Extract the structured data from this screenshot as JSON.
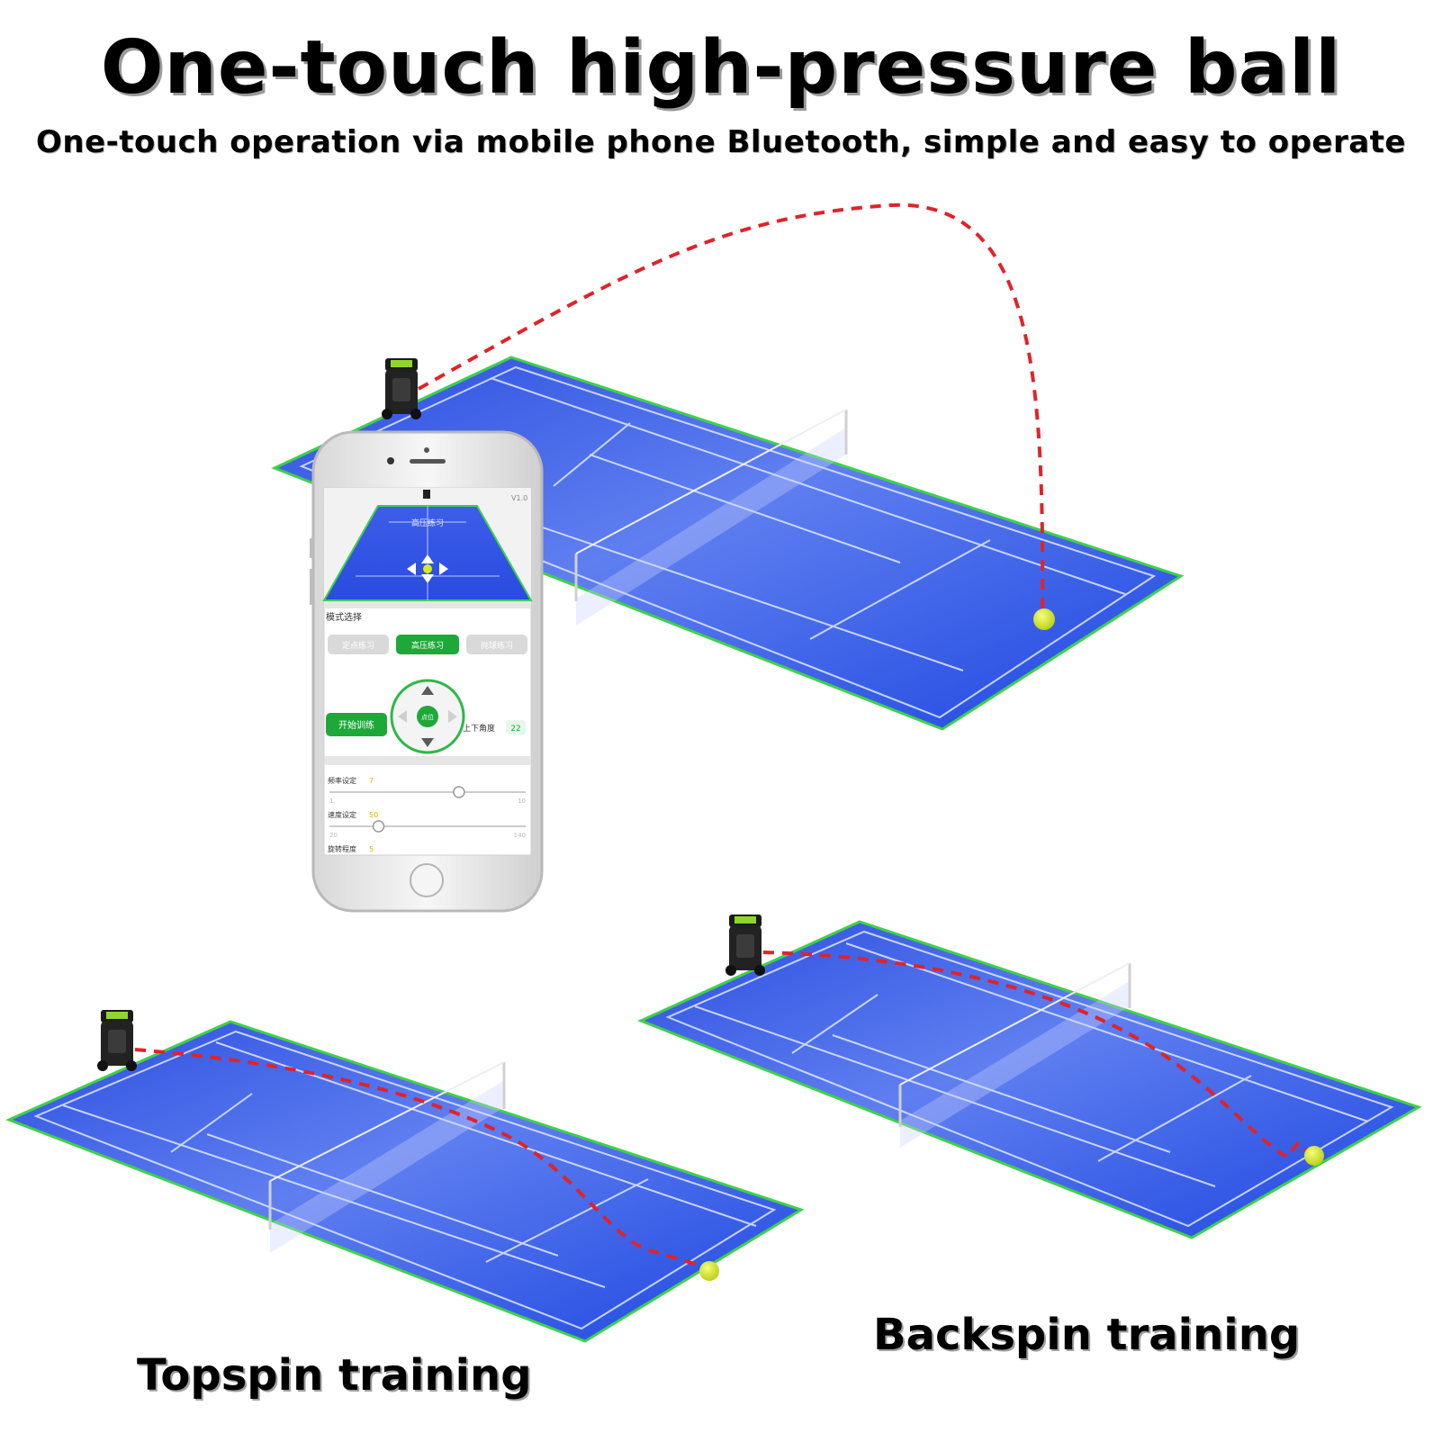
{
  "title": "One-touch high-pressure ball",
  "subtitle": "One-touch operation via mobile phone Bluetooth, simple and easy to operate",
  "captions": {
    "topspin": "Topspin training",
    "backspin": "Backspin training"
  },
  "phone": {
    "version": "V1.0",
    "court_label": "高压练习",
    "mode_section": "模式选择",
    "mode_tabs": [
      "定点练习",
      "高压练习",
      "抛球练习"
    ],
    "active_tab": 1,
    "start_button": "开始训练",
    "dpad_center": "点位",
    "angle_label": "上下角度",
    "angle_value": "22",
    "frequency_label": "频率设定",
    "frequency_value": "7",
    "frequency_min": "1",
    "frequency_max": "10",
    "frequency_fraction": 0.66,
    "speed_label": "速度设定",
    "speed_value": "50",
    "speed_min": "20",
    "speed_max": "140",
    "speed_fraction": 0.25,
    "spin_label": "旋转程度",
    "spin_value": "5"
  },
  "colors": {
    "court": "#2a56e8",
    "court_light": "#6f8ff5",
    "court_border": "#3fd04a",
    "trajectory": "#e0232a",
    "ball": "#d8ec1a",
    "app_green": "#1fa83a"
  }
}
